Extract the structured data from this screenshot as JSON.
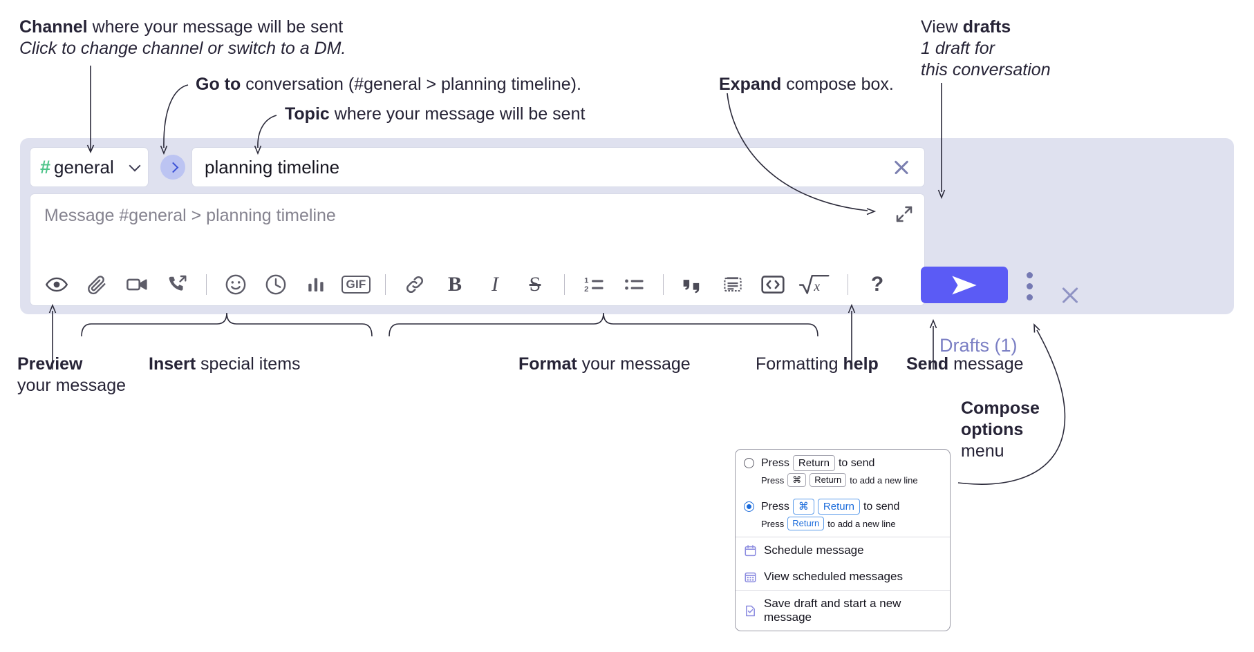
{
  "annotations": {
    "channel": {
      "bold": "Channel",
      "rest": " where your message will be sent",
      "italic": "Click to change channel or switch to a DM."
    },
    "goto": {
      "bold": "Go to",
      "rest": " conversation (#general > planning timeline)."
    },
    "topic": {
      "bold": "Topic",
      "rest": " where your message will be sent"
    },
    "expand": {
      "bold": "Expand",
      "rest": " compose box."
    },
    "drafts": {
      "lead": "View ",
      "bold": "drafts",
      "italic_line1": "1 draft for",
      "italic_line2": "this conversation"
    },
    "preview": {
      "bold": "Preview",
      "line2": "your message"
    },
    "insert": {
      "bold": "Insert",
      "rest": " special items"
    },
    "format": {
      "bold": "Format",
      "rest": " your message"
    },
    "help": {
      "lead": "Formatting ",
      "bold": "help"
    },
    "send": {
      "bold": "Send",
      "rest": " message"
    },
    "compose_options": {
      "bold_line1": "Compose",
      "bold_line2": "options",
      "line3": "menu"
    }
  },
  "compose": {
    "channel_name": "general",
    "hash_glyph": "#",
    "topic_value": "planning timeline",
    "message_placeholder": "Message #general > planning timeline",
    "drafts_label": "Drafts (1)",
    "toolbar_left": [
      {
        "name": "preview-icon",
        "label": "Preview"
      },
      {
        "name": "attachment-icon",
        "label": "Attach file"
      },
      {
        "name": "video-icon",
        "label": "Video clip"
      },
      {
        "name": "audio-call-icon",
        "label": "Audio clip"
      },
      {
        "name": "emoji-icon",
        "label": "Emoji"
      },
      {
        "name": "clock-icon",
        "label": "Reminder"
      },
      {
        "name": "poll-icon",
        "label": "Poll"
      },
      {
        "name": "gif-icon",
        "label": "GIF"
      }
    ],
    "toolbar_format": [
      {
        "name": "link-icon",
        "label": "Link"
      },
      {
        "name": "bold-icon",
        "label": "B"
      },
      {
        "name": "italic-icon",
        "label": "I"
      },
      {
        "name": "strikethrough-icon",
        "label": "S"
      },
      {
        "name": "ordered-list-icon",
        "label": "Ordered list"
      },
      {
        "name": "bulleted-list-icon",
        "label": "Bulleted list"
      },
      {
        "name": "blockquote-icon",
        "label": "Blockquote"
      },
      {
        "name": "code-block-icon",
        "label": "Code block"
      },
      {
        "name": "inline-code-icon",
        "label": "Code"
      },
      {
        "name": "math-icon",
        "label": "Math"
      }
    ],
    "help_glyph": "?",
    "gif_label": "GIF",
    "bold_label": "B",
    "italic_label": "I",
    "strike_label": "S"
  },
  "options_menu": {
    "option1": {
      "press": "Press",
      "key": "Return",
      "tail": "to send"
    },
    "option1_sub": {
      "press": "Press",
      "key1": "⌘",
      "key2": "Return",
      "tail": "to add a new line"
    },
    "option2": {
      "press": "Press",
      "key1": "⌘",
      "key2": "Return",
      "tail": "to send"
    },
    "option2_sub": {
      "press": "Press",
      "key": "Return",
      "tail": "to add a new line"
    },
    "items": [
      {
        "name": "schedule-message",
        "label": "Schedule message",
        "icon": "calendar-icon"
      },
      {
        "name": "view-scheduled-messages",
        "label": "View scheduled messages",
        "icon": "calendar-grid-icon"
      },
      {
        "name": "save-draft-new-message",
        "label": "Save draft and start a new message",
        "icon": "draft-check-icon"
      }
    ]
  },
  "colors": {
    "panel_bg": "#dfe1ef",
    "send_button": "#5b5bf5",
    "accent_link": "#7b7fc4",
    "hash_green": "#4fc48a",
    "goto_badge": "#bcc4f2",
    "radio_blue": "#1a6bdb"
  }
}
